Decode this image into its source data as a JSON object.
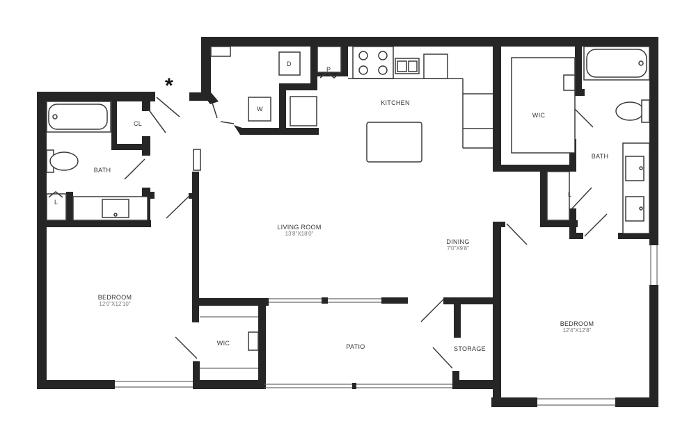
{
  "rooms": {
    "kitchen": {
      "name": "KITCHEN"
    },
    "living": {
      "name": "LIVING ROOM",
      "size": "13'8\"X18'0\""
    },
    "dining": {
      "name": "DINING",
      "size": "7'0\"X9'8\""
    },
    "bedroom_left": {
      "name": "BEDROOM",
      "size": "12'0\"X12'10\""
    },
    "bedroom_right": {
      "name": "BEDROOM",
      "size": "12'4\"X12'8\""
    },
    "bath_left": {
      "name": "BATH"
    },
    "bath_right": {
      "name": "BATH"
    },
    "wic_left": {
      "name": "WIC"
    },
    "wic_right": {
      "name": "WIC"
    },
    "patio": {
      "name": "PATIO"
    },
    "storage": {
      "name": "STORAGE"
    },
    "closet": {
      "name": "CL"
    }
  },
  "fixtures": {
    "dryer": "D",
    "washer": "W",
    "pantry": "P",
    "linen_left": "L",
    "linen_right": "L"
  },
  "entry_marker": "*",
  "colors": {
    "wall": "#262626",
    "line": "#3a3a3a",
    "background": "#ffffff"
  }
}
